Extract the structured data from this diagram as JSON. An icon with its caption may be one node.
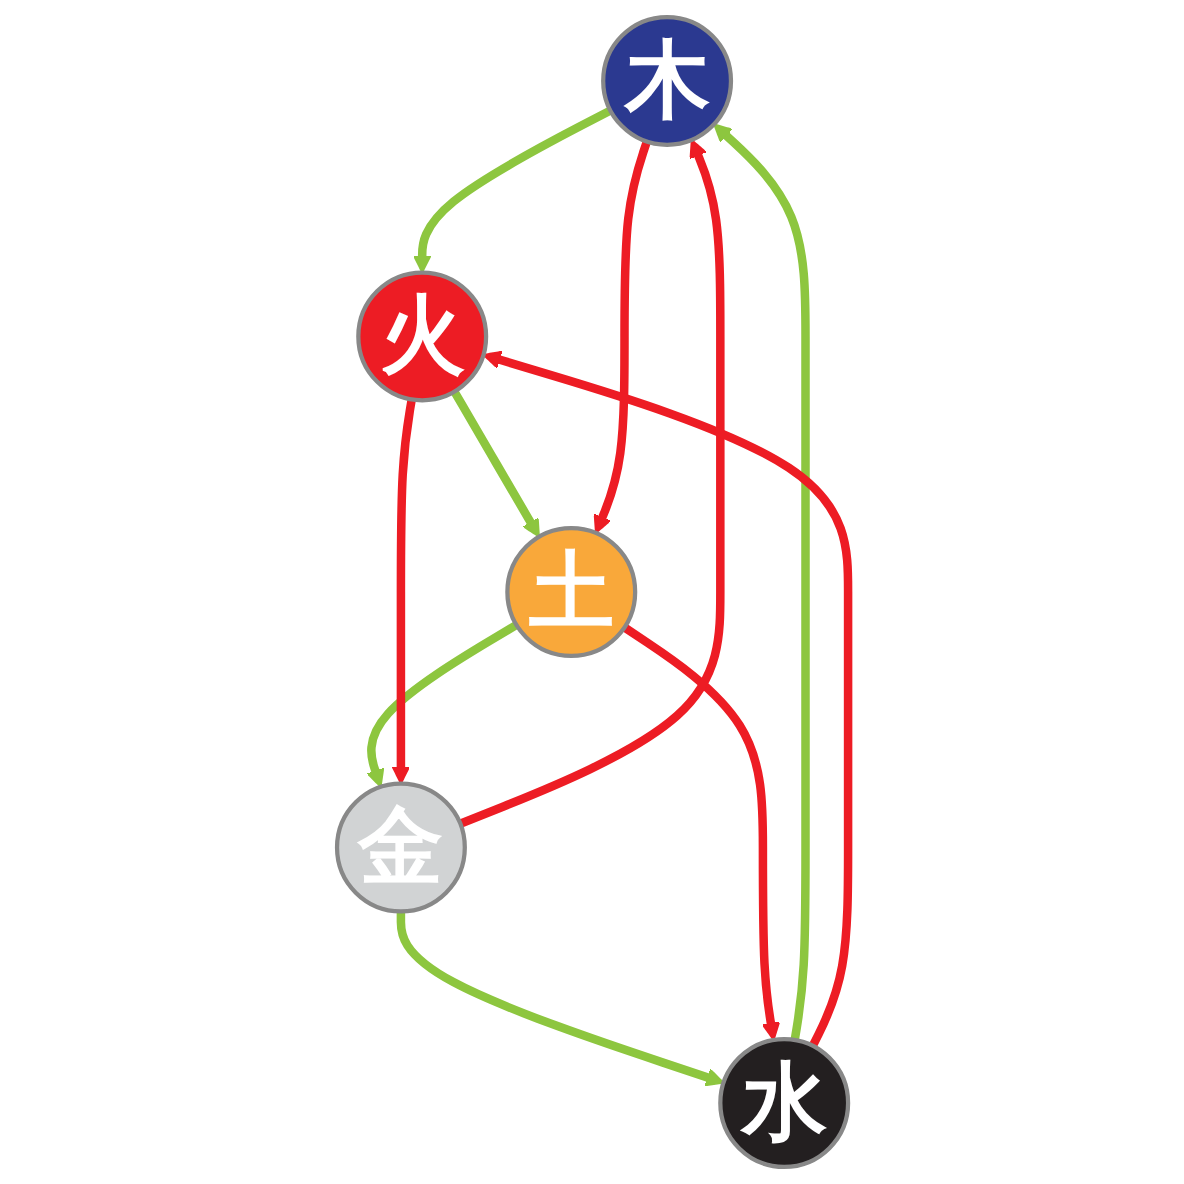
{
  "diagram": {
    "nodes": [
      {
        "text": [
          "木"
        ]
      },
      {
        "text": [
          "火"
        ]
      },
      {
        "text": [
          "土"
        ]
      },
      {
        "text": [
          "金"
        ]
      },
      {
        "text": [
          "水"
        ]
      }
    ],
    "edges": [
      {
        "from": 0,
        "to": 1,
        "arrow": "to",
        "color": "#8dc63f"
      },
      {
        "from": 1,
        "to": 2,
        "arrow": "to",
        "color": "#8dc63f"
      },
      {
        "from": 2,
        "to": 3,
        "arrow": "to",
        "color": "#8dc63f"
      },
      {
        "from": 3,
        "to": 4,
        "arrow": "to",
        "color": "#8dc63f"
      },
      {
        "from": 4,
        "to": 0,
        "arrow": "to",
        "color": "#8dc63f"
      },
      {
        "from": 0,
        "to": 2,
        "arrow": "to",
        "color": "#ed1c24"
      },
      {
        "from": 1,
        "to": 3,
        "arrow": "to",
        "color": "#ed1c24"
      },
      {
        "from": 2,
        "to": 4,
        "arrow": "to",
        "color": "#ed1c24"
      },
      {
        "from": 3,
        "to": 0,
        "arrow": "to",
        "color": "#ed1c24"
      },
      {
        "from": 4,
        "to": 1,
        "arrow": "to",
        "color": "#ed1c24"
      }
    ]
  }
}
